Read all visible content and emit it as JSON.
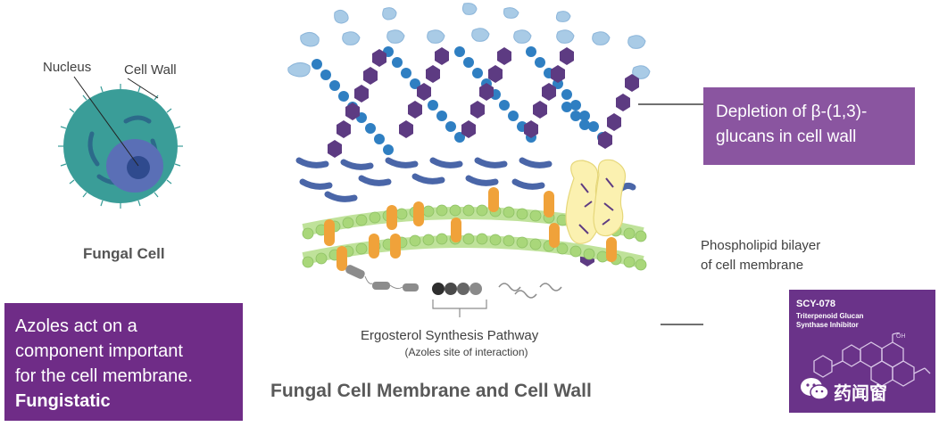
{
  "cell": {
    "nucleus_label": "Nucleus",
    "cell_wall_label": "Cell Wall",
    "title": "Fungal Cell"
  },
  "azoles_box": {
    "line1": "Azoles act on a",
    "line2": "component important",
    "line3": "for the cell membrane.",
    "bold": "Fungistatic"
  },
  "depletion_box": {
    "line1": "Depletion of β-(1,3)-",
    "line2": "glucans in cell wall"
  },
  "membrane": {
    "phospholipid_line1": "Phospholipid bilayer",
    "phospholipid_line2": "of cell membrane",
    "ergosterol_title": "Ergosterol Synthesis Pathway",
    "ergosterol_sub": "(Azoles site of interaction)"
  },
  "drug_card": {
    "title": "SCY-078",
    "subtitle": "Triterpenoid Glucan Synthase Inhibitor",
    "watermark": "药闻窗"
  },
  "main_title": "Fungal Cell Membrane and Cell Wall",
  "colors": {
    "purple_dark": "#6f2c87",
    "purple_mid": "#8a55a0",
    "beta_glucan_blue": "#2f7fc2",
    "mannoprotein_light_blue": "#a9cbe6",
    "chitin_purple": "#5d3b82",
    "membrane_green": "#a9d77a",
    "ergosterol_orange": "#f0a23a",
    "cell_teal": "#3a9d98",
    "nucleus_blue": "#5a6fb6"
  }
}
